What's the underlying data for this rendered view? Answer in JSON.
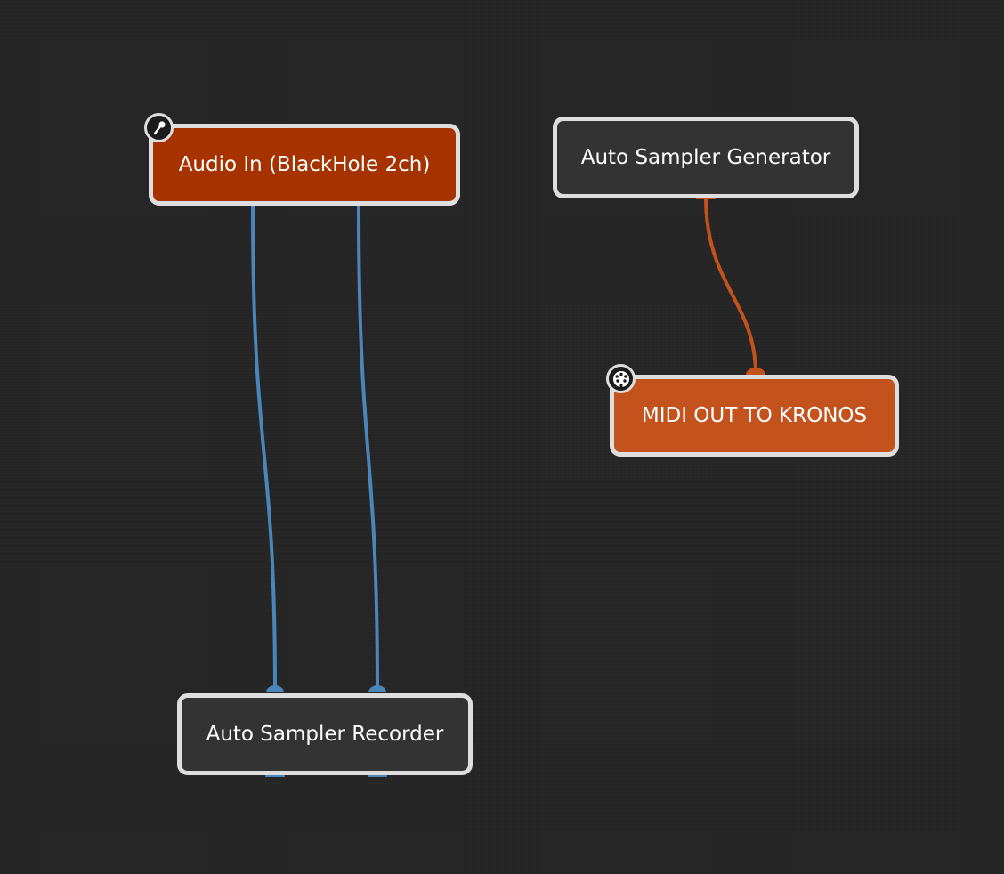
{
  "nodes": {
    "audio_in": {
      "label": "Audio In (BlackHole 2ch)",
      "type": "audio-input",
      "icon": "microphone-icon"
    },
    "generator": {
      "label": "Auto Sampler Generator",
      "type": "plugin"
    },
    "midi_out": {
      "label": "MIDI OUT TO KRONOS",
      "type": "midi-output",
      "icon": "midi-din-icon"
    },
    "recorder": {
      "label": "Auto Sampler Recorder",
      "type": "plugin"
    }
  },
  "connections": [
    {
      "from": "audio_in",
      "to": "recorder",
      "kind": "audio",
      "channel": 1
    },
    {
      "from": "audio_in",
      "to": "recorder",
      "kind": "audio",
      "channel": 2
    },
    {
      "from": "generator",
      "to": "midi_out",
      "kind": "midi"
    }
  ],
  "colors": {
    "background": "#252525",
    "node_border": "#dedede",
    "node_dark": "#333333",
    "audio_node": "#a63200",
    "midi_node": "#c4521c",
    "audio_wire": "#4a86b8",
    "midi_wire": "#c4521c"
  }
}
